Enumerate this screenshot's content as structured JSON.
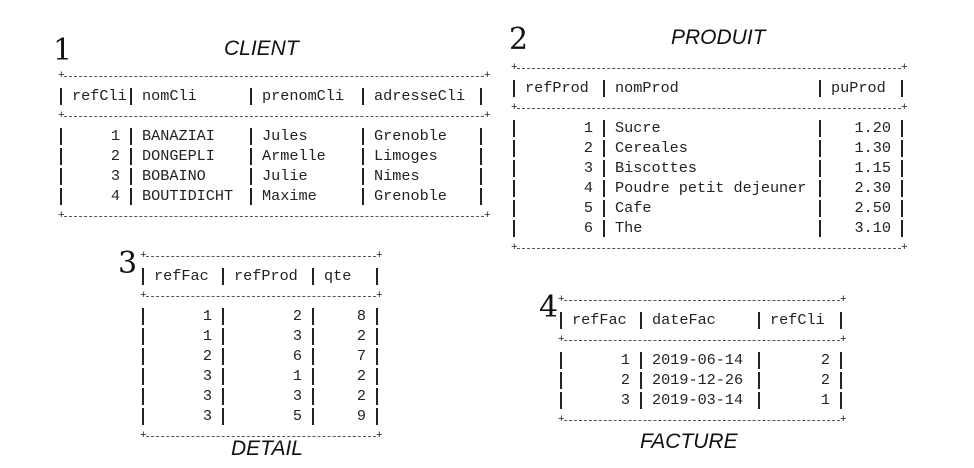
{
  "tables": {
    "client": {
      "number": "1",
      "title": "CLIENT",
      "headers": [
        "refCli",
        "nomCli",
        "prenomCli",
        "adresseCli"
      ],
      "rows": [
        [
          "1",
          "BANAZIAI",
          "Jules",
          "Grenoble"
        ],
        [
          "2",
          "DONGEPLI",
          "Armelle",
          "Limoges"
        ],
        [
          "3",
          "BOBAINO",
          "Julie",
          "Nimes"
        ],
        [
          "4",
          "BOUTIDICHT",
          "Maxime",
          "Grenoble"
        ]
      ]
    },
    "produit": {
      "number": "2",
      "title": "PRODUIT",
      "headers": [
        "refProd",
        "nomProd",
        "puProd"
      ],
      "rows": [
        [
          "1",
          "Sucre",
          "1.20"
        ],
        [
          "2",
          "Cereales",
          "1.30"
        ],
        [
          "3",
          "Biscottes",
          "1.15"
        ],
        [
          "4",
          "Poudre petit dejeuner",
          "2.30"
        ],
        [
          "5",
          "Cafe",
          "2.50"
        ],
        [
          "6",
          "The",
          "3.10"
        ]
      ]
    },
    "detail": {
      "number": "3",
      "title": "DETAIL",
      "headers": [
        "refFac",
        "refProd",
        "qte"
      ],
      "rows": [
        [
          "1",
          "2",
          "8"
        ],
        [
          "1",
          "3",
          "2"
        ],
        [
          "2",
          "6",
          "7"
        ],
        [
          "3",
          "1",
          "2"
        ],
        [
          "3",
          "3",
          "2"
        ],
        [
          "3",
          "5",
          "9"
        ]
      ]
    },
    "facture": {
      "number": "4",
      "title": "FACTURE",
      "headers": [
        "refFac",
        "dateFac",
        "refCli"
      ],
      "rows": [
        [
          "1",
          "2019-06-14",
          "2"
        ],
        [
          "2",
          "2019-12-26",
          "2"
        ],
        [
          "3",
          "2019-03-14",
          "1"
        ]
      ]
    }
  }
}
